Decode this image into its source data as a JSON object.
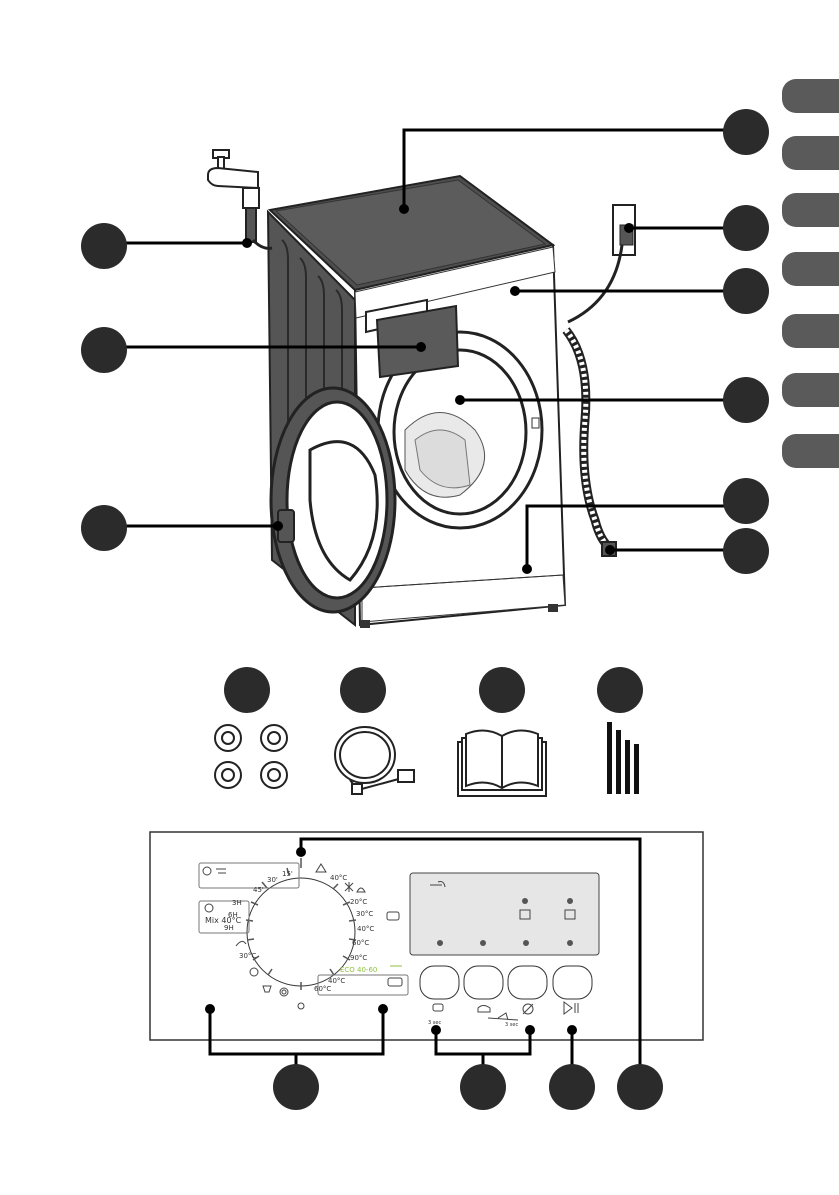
{
  "colors": {
    "callout": "#2b2b2b",
    "line": "#000000",
    "machine_body": "#555555",
    "machine_front": "#ffffff",
    "side_tab": "#5a5a5a",
    "panel_display": "#e6e6e6",
    "eco_green": "#8fc13f"
  },
  "side_tabs": {
    "count": 7
  },
  "panel": {
    "program_ring": {
      "top_left": [
        "30'",
        "15'",
        "45'"
      ],
      "mix": "Mix 40°C",
      "timers": [
        "3H",
        "6H",
        "9H"
      ],
      "left_bottom": [
        "30°C"
      ],
      "right_side": [
        "40°C",
        "20°C",
        "30°C",
        "40°C",
        "60°C",
        "90°C",
        "40°C",
        "60°C"
      ],
      "eco_label": "ECO 40-60"
    },
    "buttons": {
      "temp_sub": "3 sec",
      "lock_sub": "3 sec"
    }
  }
}
